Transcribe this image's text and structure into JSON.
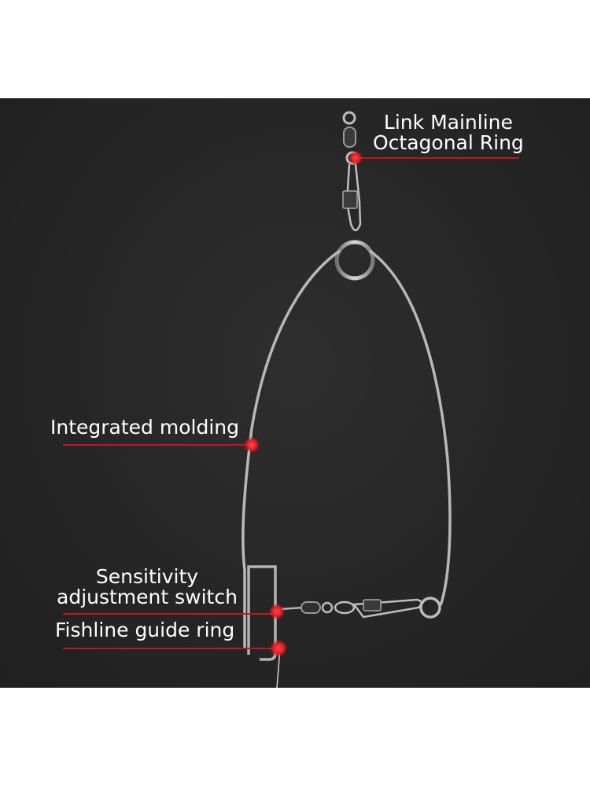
{
  "colors": {
    "background": "#252525",
    "page": "#ffffff",
    "leader_line": "#c4161c",
    "marker": "#e21b22",
    "wire": "#b7b7b7",
    "label_text": "#ffffff"
  },
  "callouts": [
    {
      "name": "link-mainline-octagonal-ring",
      "lines": [
        "Link Mainline",
        "Octagonal Ring"
      ]
    },
    {
      "name": "integrated-molding",
      "lines": [
        "Integrated molding"
      ]
    },
    {
      "name": "sensitivity-adjustment-switch",
      "lines": [
        "Sensitivity",
        "adjustment switch"
      ]
    },
    {
      "name": "fishline-guide-ring",
      "lines": [
        "Fishline guide ring"
      ]
    }
  ]
}
